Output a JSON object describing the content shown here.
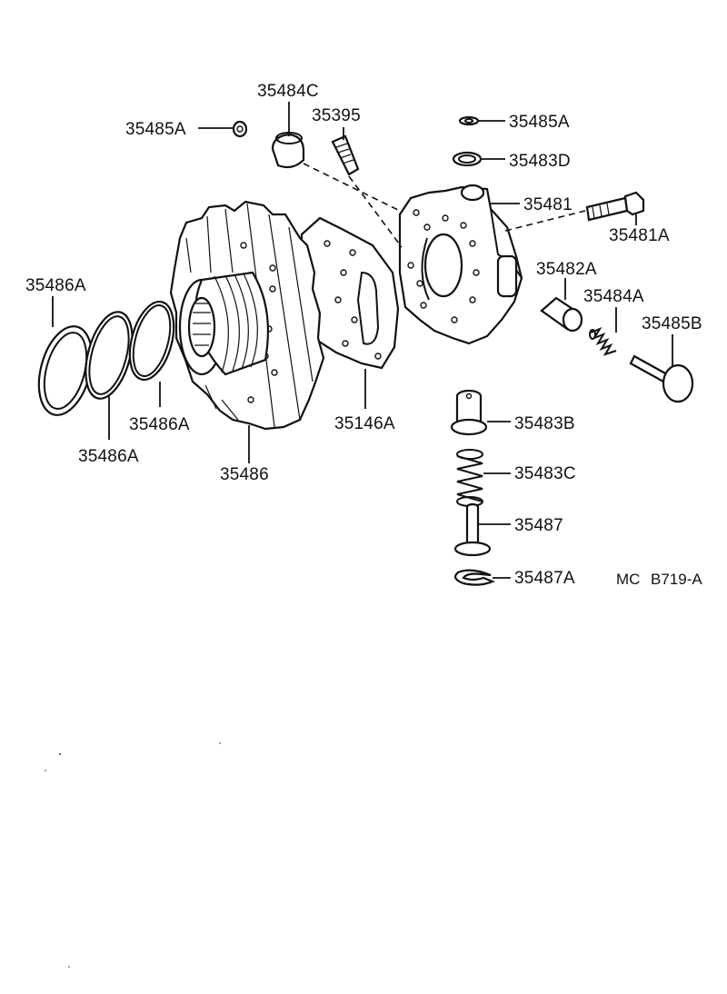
{
  "labels": {
    "p35484C": "35484C",
    "p35395": "35395",
    "p35485A_top_left": "35485A",
    "p35485A_top_right": "35485A",
    "p35483D": "35483D",
    "p35481": "35481",
    "p35481A": "35481A",
    "p35482A": "35482A",
    "p35484A": "35484A",
    "p35485B": "35485B",
    "p35486A_outer": "35486A",
    "p35486A_middle": "35486A",
    "p35486A_inner": "35486A",
    "p35486": "35486",
    "p35146A": "35146A",
    "p35483B": "35483B",
    "p35483C": "35483C",
    "p35487": "35487",
    "p35487A": "35487A"
  },
  "reference": {
    "code_left": "MC",
    "code_right": "B719-A"
  }
}
